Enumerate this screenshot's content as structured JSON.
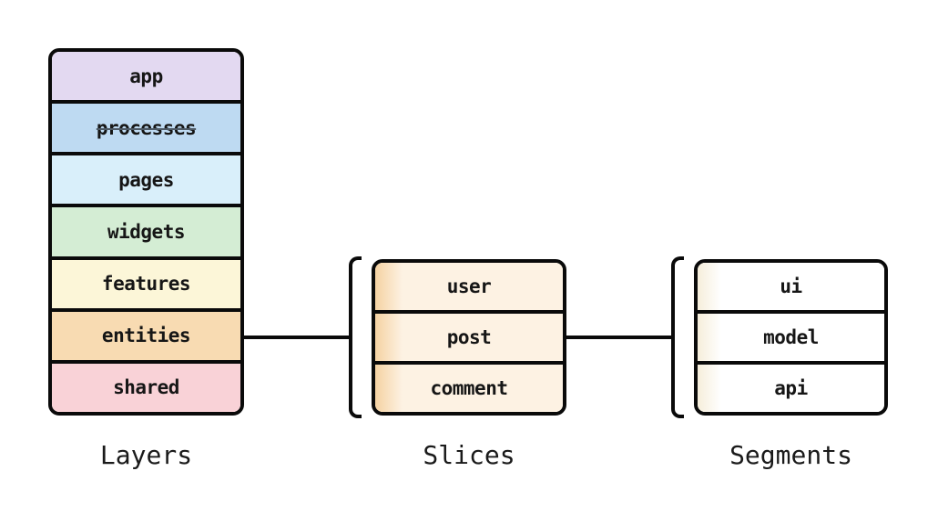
{
  "diagram": {
    "background_color": "#ffffff",
    "line_color": "#0a0a0a",
    "text_color": "#161616",
    "groups": [
      {
        "caption": "Layers",
        "rows": [
          {
            "label": "app",
            "color": "#e3d9f1"
          },
          {
            "label": "processes",
            "color": "#bedaf2",
            "strikethrough": true
          },
          {
            "label": "pages",
            "color": "#d9effa"
          },
          {
            "label": "widgets",
            "color": "#d4edd4"
          },
          {
            "label": "features",
            "color": "#fcf6d8"
          },
          {
            "label": "entities",
            "color": "#f8dbb2"
          },
          {
            "label": "shared",
            "color": "#f9d2d7"
          }
        ]
      },
      {
        "caption": "Slices",
        "edge_color": "#f5d2a2",
        "fill_color": "#fdf2e3",
        "rows": [
          {
            "label": "user"
          },
          {
            "label": "post"
          },
          {
            "label": "comment"
          }
        ]
      },
      {
        "caption": "Segments",
        "edge_color": "#f6eedb",
        "fill_color": "#ffffff",
        "rows": [
          {
            "label": "ui"
          },
          {
            "label": "model"
          },
          {
            "label": "api"
          }
        ]
      }
    ],
    "connections": [
      {
        "from": "entities",
        "to": "Slices"
      },
      {
        "from": "Slices",
        "to": "Segments"
      }
    ]
  }
}
